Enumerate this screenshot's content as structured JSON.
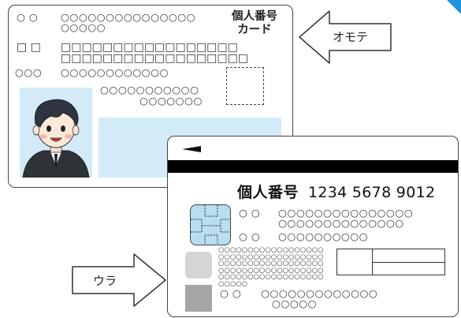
{
  "front": {
    "title_line1": "個人番号",
    "title_line2": "カード",
    "row1_lead": "○ ○",
    "row1_text": "○○○○○○○○○○○○○○○",
    "row1_cont": "○○○○○",
    "row2_lead": "□ □",
    "row2_text": "□□□□□□□□□□□□□□□□□",
    "row2_cont": "□□□□□□□□□□□□□□□□□□",
    "row3_lead": "○○○",
    "row3_text": "○○○○○○○○○○○○",
    "row4_text": "○○○○○○○○○○○",
    "row4_cont": "○○○○○○○"
  },
  "back": {
    "title": "個人番号",
    "number": "1234 5678 9012",
    "row1_lead": "○ ○",
    "row1_text": "○○○○○○○○○○○○○○○",
    "row1_cont": "○○○○○○○○○○○○○○",
    "row2_lead": "○ ○",
    "row2_text": "○○○○○○○○○○",
    "small_block": "○○○○○○○○○○○○○○○○○○\n○○○○○○○○○○○○○○○○○○\n○○○○○○○○○○○○○○○○○○\n○○○○○○○○○○○○○○○○○○\n○○○○○○○○○○○○○○○○○○\n○○○○○",
    "row3_lead": "○ ○",
    "row3_text": "○○○○○○○○○○○○○",
    "row3_cont": "○○○○○"
  },
  "callouts": {
    "front_label": "オモテ",
    "back_label": "ウラ"
  },
  "colors": {
    "card_fill": "#d3ebf8",
    "chip_fill": "#b9ddf1",
    "accent": "#1e96dc"
  }
}
